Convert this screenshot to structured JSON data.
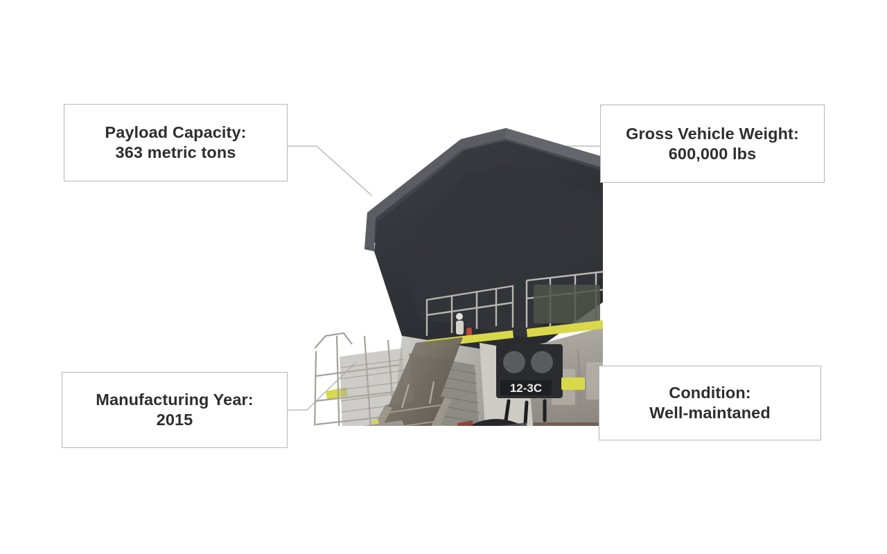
{
  "slide": {
    "background_color": "#ffffff",
    "subject": "mining-haul-truck-photo",
    "subject_alt": "Large off-highway mining haul truck with raised dump body, access stairway lowered, viewed from low front-left angle"
  },
  "callouts": [
    {
      "id": "payload-capacity",
      "label": "Payload Capacity:",
      "value": "363 metric tons",
      "position": "top-left",
      "border_color": "#b5b5b5",
      "text_color": "#2e2e2e"
    },
    {
      "id": "gross-vehicle-weight",
      "label": "Gross Vehicle Weight:",
      "value": "600,000 lbs",
      "position": "top-right",
      "border_color": "#b5b5b5",
      "text_color": "#2e2e2e"
    },
    {
      "id": "manufacturing-year",
      "label": "Manufacturing Year:",
      "value": "2015",
      "position": "bottom-left",
      "border_color": "#b5b5b5",
      "text_color": "#2e2e2e"
    },
    {
      "id": "condition",
      "label": "Condition:",
      "value": "Well-maintaned",
      "position": "bottom-right",
      "border_color": "#b5b5b5",
      "text_color": "#2e2e2e"
    }
  ],
  "connectors": {
    "color": "#bdbdbd",
    "width": 1.6,
    "count": 4
  },
  "truck": {
    "badge_text": "12-3C",
    "body_color": "#3e4045",
    "chassis_color": "#b9b7b2",
    "tire_color": "#1c1c1e",
    "accent_color": "#d8d84a",
    "chock_color": "#c8a24a"
  }
}
